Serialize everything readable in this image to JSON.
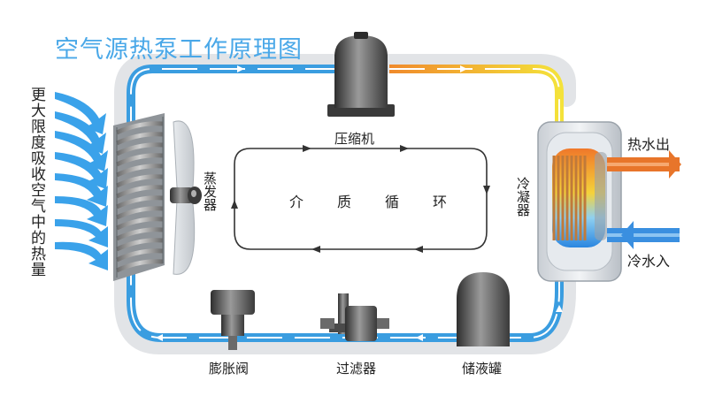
{
  "title": "空气源热泵工作原理图",
  "side_text": "更大限度吸收空气中的热量",
  "components": {
    "compressor": "压缩机",
    "evaporator": "蒸发器",
    "condenser": "冷凝器",
    "expansion_valve": "膨胀阀",
    "filter": "过滤器",
    "receiver": "储液罐"
  },
  "cycle_label": "介质循环",
  "outputs": {
    "hot_out": "热水出",
    "cold_in": "冷水入"
  },
  "colors": {
    "title": "#4aa8e8",
    "cold_pipe": "#3a9de0",
    "hot_pipe_start": "#f2a33a",
    "hot_pipe_end": "#f4e23a",
    "air_arrow": "#3aa2ea",
    "hot_water": "#e8752a",
    "cold_water": "#3a8fe0",
    "metal_dark": "#4a4a4a"
  }
}
